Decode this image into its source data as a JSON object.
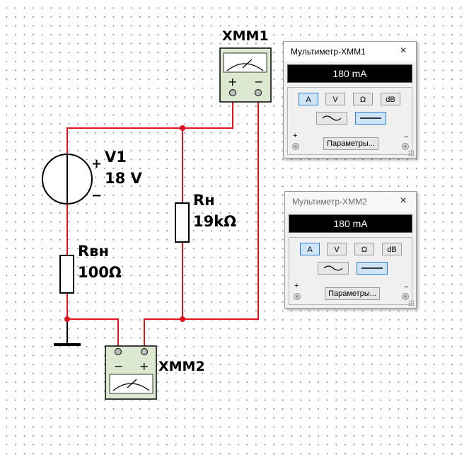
{
  "circuit": {
    "source": {
      "name": "V1",
      "value": "18 V",
      "plus": "+",
      "minus": "−"
    },
    "r_internal": {
      "name": "Rвн",
      "value": "100Ω"
    },
    "r_load": {
      "name": "Rн",
      "value": "19kΩ"
    },
    "meter1": {
      "name": "XMM1",
      "plus": "+",
      "minus": "−"
    },
    "meter2": {
      "name": "XMM2",
      "plus": "+",
      "minus": "−"
    },
    "wire_color": "#e0141e"
  },
  "multimeter_windows": [
    {
      "title": "Мультиметр-XMM1",
      "close_icon": "×",
      "reading": "180 mA",
      "modes": [
        "A",
        "V",
        "Ω",
        "dB"
      ],
      "active_mode": "A",
      "coupling": [
        "ac-wave-icon",
        "dc-line-icon"
      ],
      "active_coupling": "dc",
      "params_label": "Параметры...",
      "plus": "+",
      "minus": "−"
    },
    {
      "title": "Мультиметр-XMM2",
      "close_icon": "×",
      "reading": "180 mA",
      "modes": [
        "A",
        "V",
        "Ω",
        "dB"
      ],
      "active_mode": "A",
      "coupling": [
        "ac-wave-icon",
        "dc-line-icon"
      ],
      "active_coupling": "dc",
      "params_label": "Параметры...",
      "plus": "+",
      "minus": "−"
    }
  ]
}
